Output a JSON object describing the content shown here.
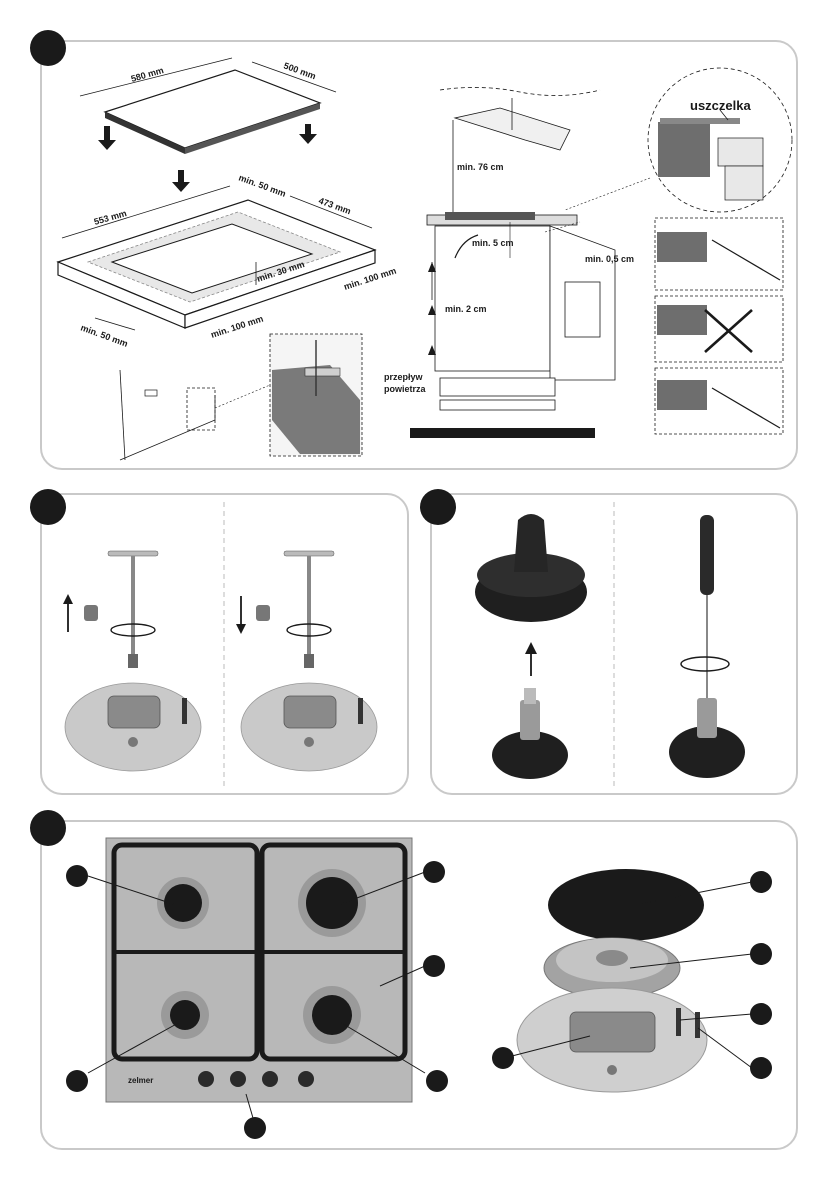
{
  "installation": {
    "dim_width": "580 mm",
    "dim_depth": "500 mm",
    "cutout_width": "553 mm",
    "cutout_depth": "473 mm",
    "min_50_top": "min. 50 mm",
    "min_30": "min. 30 mm",
    "min_100_right": "min. 100 mm",
    "min_100_front": "min. 100 mm",
    "min_50_left": "min. 50 mm",
    "min_76": "min. 76 cm",
    "min_5": "min. 5 cm",
    "min_05": "min. 0,5 cm",
    "min_2": "min. 2 cm",
    "airflow_line1": "przepływ",
    "airflow_line2": "powietrza",
    "gasket": "uszczelka"
  },
  "hob": {
    "brand": "zelmer"
  }
}
